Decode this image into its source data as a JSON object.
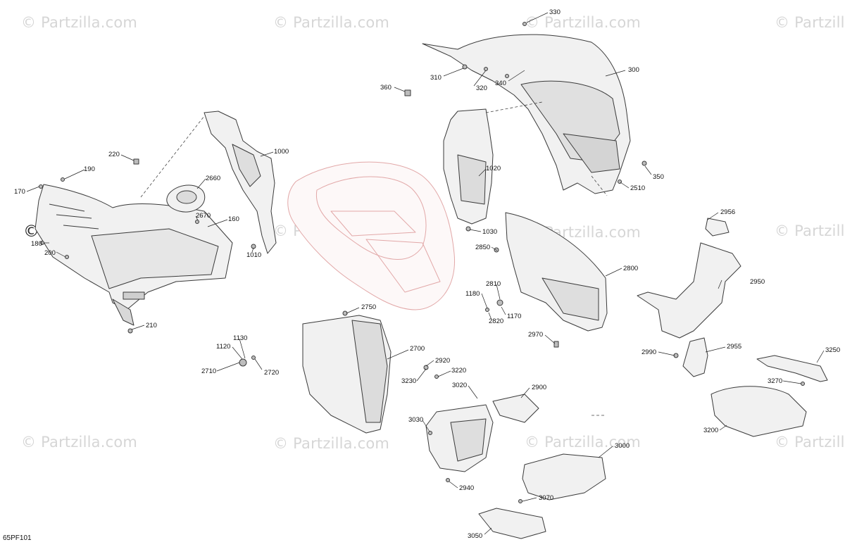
{
  "watermark": "© Partzilla.com",
  "diagram_code": "65PF101",
  "labels": {
    "l170": "170",
    "l180": "180",
    "l190": "190",
    "l200": "200",
    "l210": "210",
    "l220": "220",
    "l160": "160",
    "l1000": "1000",
    "l1010": "1010",
    "l2660": "2660",
    "l2670": "2670",
    "l330": "330",
    "l310": "310",
    "l320": "320",
    "l340": "340",
    "l300": "300",
    "l360": "360",
    "l1020": "1020",
    "l1030": "1030",
    "l350": "350",
    "l2510": "2510",
    "l2850": "2850",
    "l2800": "2800",
    "l2810": "2810",
    "l1180": "1180",
    "l1170": "1170",
    "l2820": "2820",
    "l2970": "2970",
    "l2956": "2956",
    "l2950": "2950",
    "l2990": "2990",
    "l2955": "2955",
    "l3250": "3250",
    "l3270": "3270",
    "l3200": "3200",
    "l2750": "2750",
    "l2700": "2700",
    "l1130": "1130",
    "l1120": "1120",
    "l2710": "2710",
    "l2720": "2720",
    "l2920": "2920",
    "l3220": "3220",
    "l3230": "3230",
    "l3020": "3020",
    "l2900": "2900",
    "l3030": "3030",
    "l3000": "3000",
    "l2940": "2940",
    "l3070": "3070",
    "l3050": "3050"
  }
}
